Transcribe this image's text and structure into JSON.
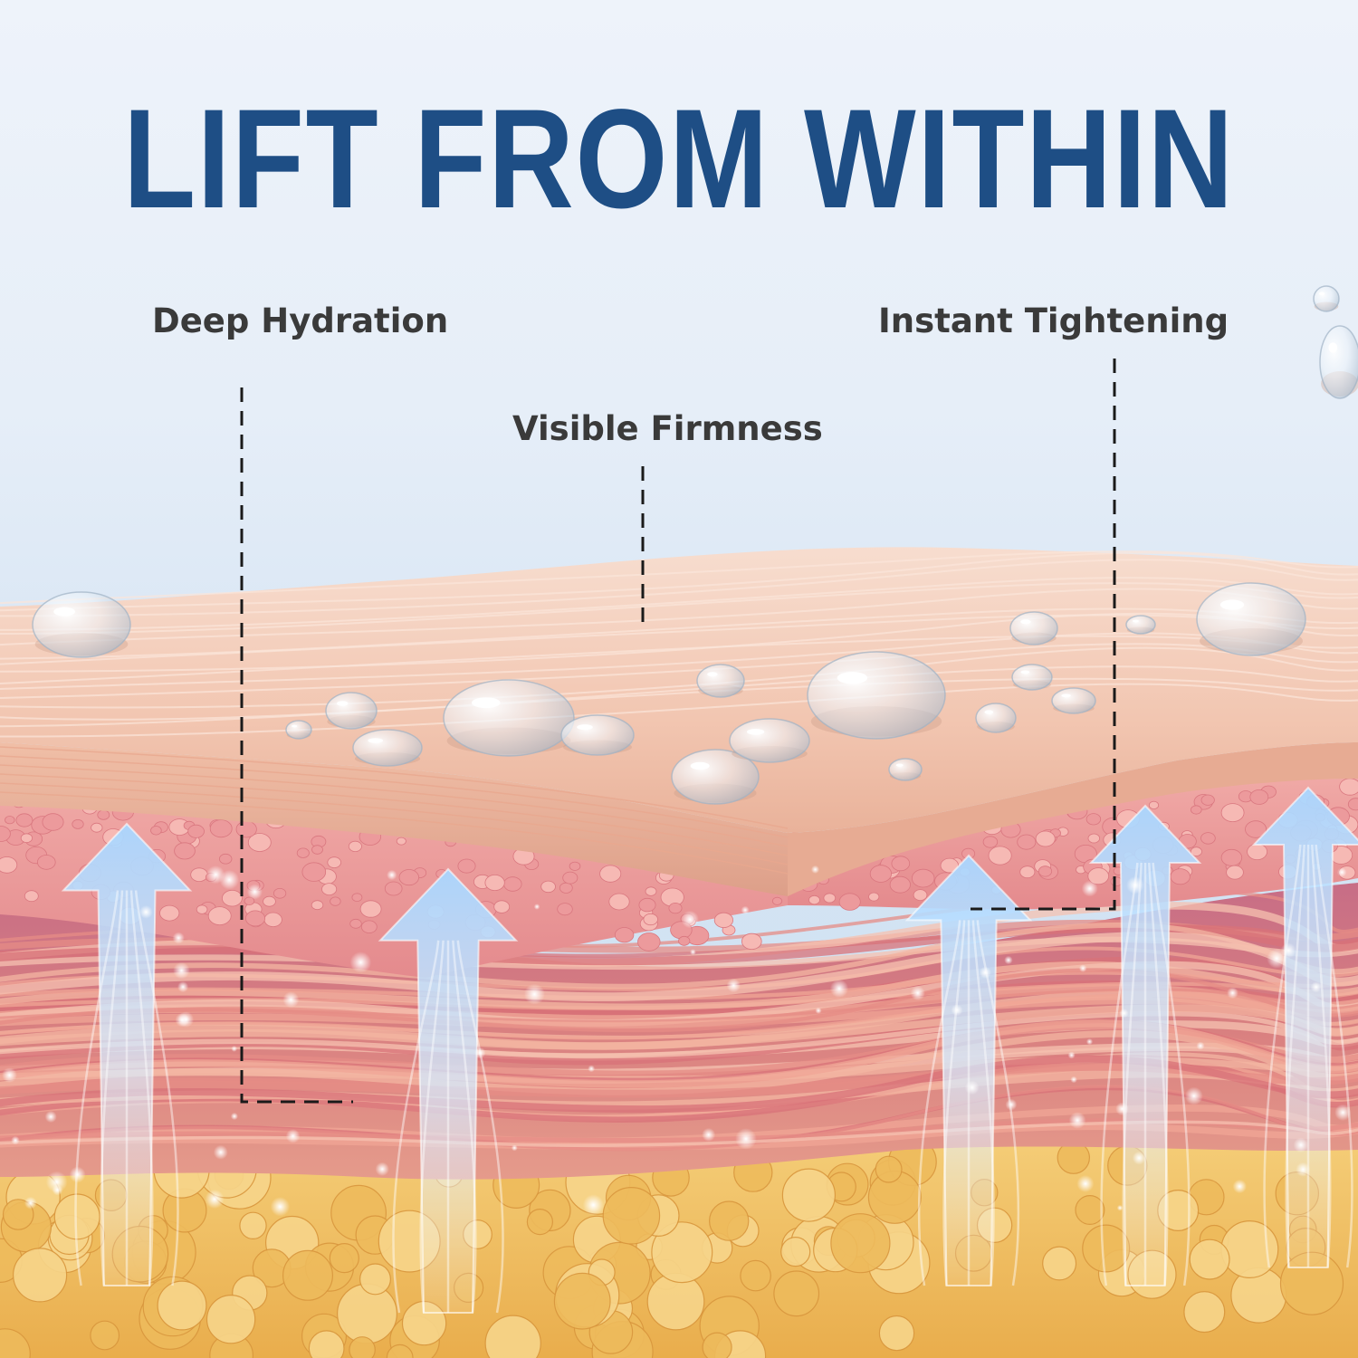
{
  "headline": "LIFT FROM WITHIN",
  "callouts": {
    "deep_hydration": "Deep Hydration",
    "visible_firmness": "Visible Firmness",
    "instant_tightening": "Instant Tightening"
  },
  "colors": {
    "headline": "#1e4e85",
    "callout_text": "#3a3a3a",
    "leader_line": "#1a1a1a",
    "skin_surface": "#f1c4ad",
    "dermis_cells": "#e79a9a",
    "collagen_fibers": "#d97f80",
    "fat_layer": "#f0c264",
    "lift_arrow": "#bfe0ff"
  }
}
